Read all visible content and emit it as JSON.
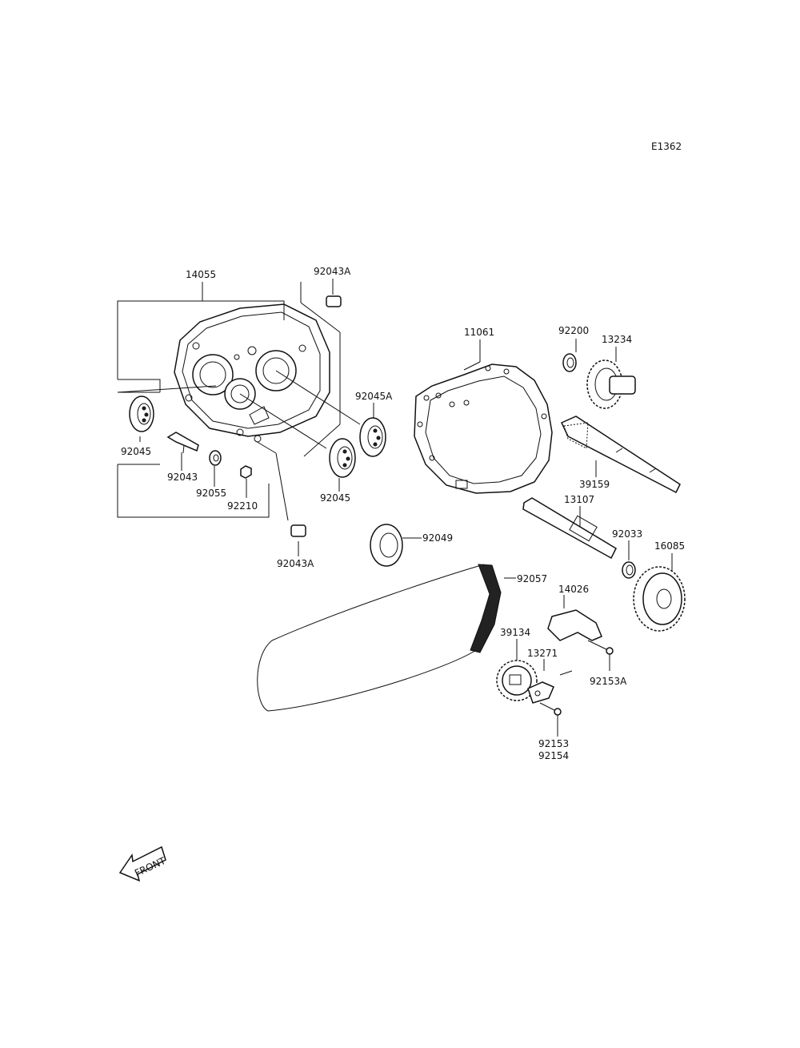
{
  "diagram_id": "E1362",
  "front_label": "FRONT",
  "labels": {
    "p14055": "14055",
    "p92043A_top": "92043A",
    "p92043A_bottom": "92043A",
    "p92045_left": "92045",
    "p92045_mid": "92045",
    "p92045A": "92045A",
    "p92043": "92043",
    "p92055": "92055",
    "p92210": "92210",
    "p11061": "11061",
    "p92200": "92200",
    "p13234": "13234",
    "p39159": "39159",
    "p13107": "13107",
    "p92033": "92033",
    "p16085": "16085",
    "p92049": "92049",
    "p92057": "92057",
    "p14026": "14026",
    "p39134": "39134",
    "p13271": "13271",
    "p92153A": "92153A",
    "p92153": "92153",
    "p92154": "92154"
  }
}
